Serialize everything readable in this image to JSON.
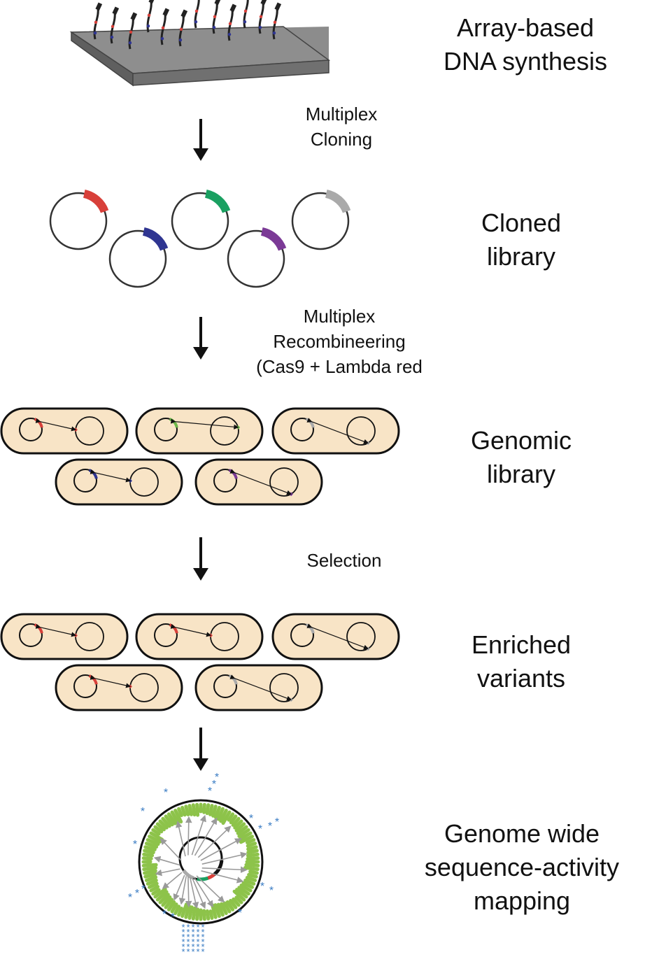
{
  "stages": {
    "array": {
      "line1": "Array-based",
      "line2": "DNA synthesis"
    },
    "cloned": {
      "line1": "Cloned",
      "line2": "library"
    },
    "genomic": {
      "line1": "Genomic",
      "line2": "library"
    },
    "enriched": {
      "line1": "Enriched",
      "line2": "variants"
    },
    "mapping": {
      "line1": "Genome wide",
      "line2": "sequence-activity",
      "line3": "mapping"
    }
  },
  "steps": {
    "cloning": {
      "line1": "Multiplex",
      "line2": "Cloning"
    },
    "recombineering": {
      "line1": "Multiplex",
      "line2": "Recombineering",
      "line3": "(Cas9 + Lambda red"
    },
    "selection": {
      "line1": "Selection"
    }
  },
  "colors": {
    "red": "#d8403a",
    "green": "#1aa061",
    "blue": "#2f3591",
    "purple": "#7b3a96",
    "gray": "#aaaaaa",
    "light_green": "#6cb84a",
    "cell_fill": "#f8e4c6",
    "asterisk_blue": "#3b7dc4",
    "genome_green": "#8dc34a"
  },
  "icons": {
    "arrow": "down-arrow-icon",
    "plasmid": "plasmid-icon",
    "cell": "bacterial-cell-icon",
    "chip": "dna-array-chip-icon",
    "genome": "circular-genome-icon"
  }
}
